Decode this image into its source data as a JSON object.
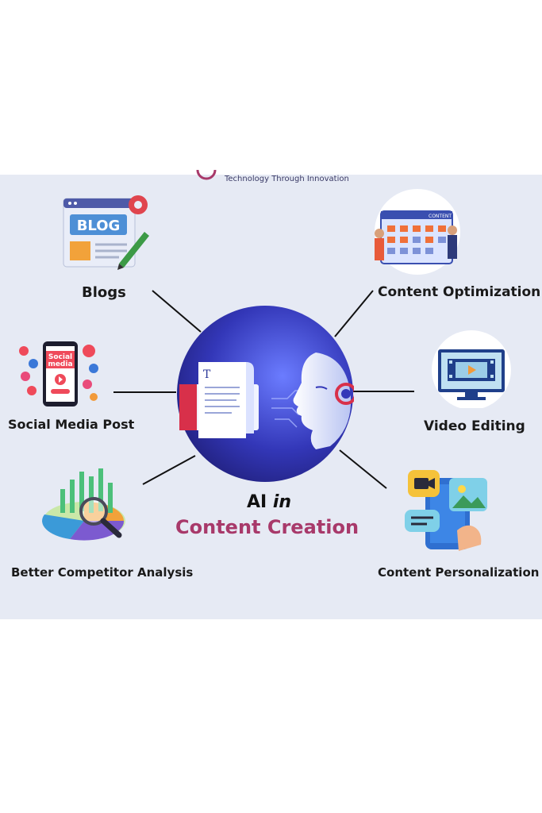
{
  "header": {
    "tagline": "Technology Through Innovation"
  },
  "title": {
    "ai": "AI",
    "in": "in",
    "subtitle": "Content Creation"
  },
  "nodes": {
    "blogs": "Blogs",
    "content_optimization": "Content Optimization",
    "social_media_post": "Social Media Post",
    "video_editing": "Video Editing",
    "better_competitor_analysis": "Better Competitor Analysis",
    "content_personalization": "Content Personalization"
  },
  "icon_text": {
    "blog": "BLOG",
    "social": "Social",
    "media": "media",
    "content": "CONTENT",
    "doc_letter": "T"
  },
  "colors": {
    "background": "#e6eaf4",
    "accent": "#a8396a",
    "center_dark": "#2a2ea0",
    "center_light": "#5a6bff"
  }
}
